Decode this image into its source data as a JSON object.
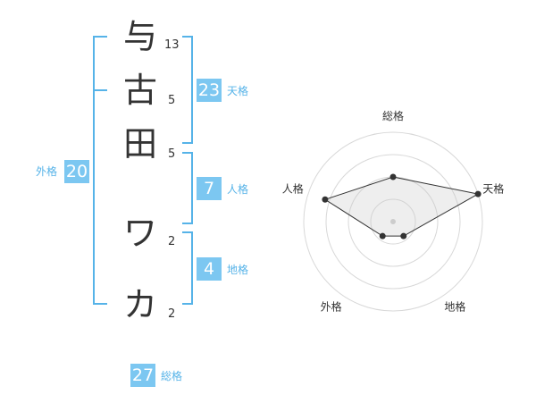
{
  "name_chars": [
    {
      "char": "与",
      "strokes": "13"
    },
    {
      "char": "古",
      "strokes": "5"
    },
    {
      "char": "田",
      "strokes": "5"
    },
    {
      "char": "ワ",
      "strokes": "2"
    },
    {
      "char": "カ",
      "strokes": "2"
    }
  ],
  "fortunes": {
    "tenkaku": {
      "value": "23",
      "label": "天格"
    },
    "jinkaku": {
      "value": "7",
      "label": "人格"
    },
    "chikaku": {
      "value": "4",
      "label": "地格"
    },
    "gaikaku": {
      "value": "20",
      "label": "外格"
    },
    "soukaku": {
      "value": "27",
      "label": "総格"
    }
  },
  "colors": {
    "accent": "#7cc7f1",
    "bracket": "#56b3e8",
    "text": "#333333"
  },
  "chart_data": {
    "type": "radar",
    "axes": [
      "総格",
      "天格",
      "地格",
      "外格",
      "人格"
    ],
    "values": [
      0.5,
      1.0,
      0.2,
      0.2,
      0.8
    ],
    "rings": 4
  }
}
